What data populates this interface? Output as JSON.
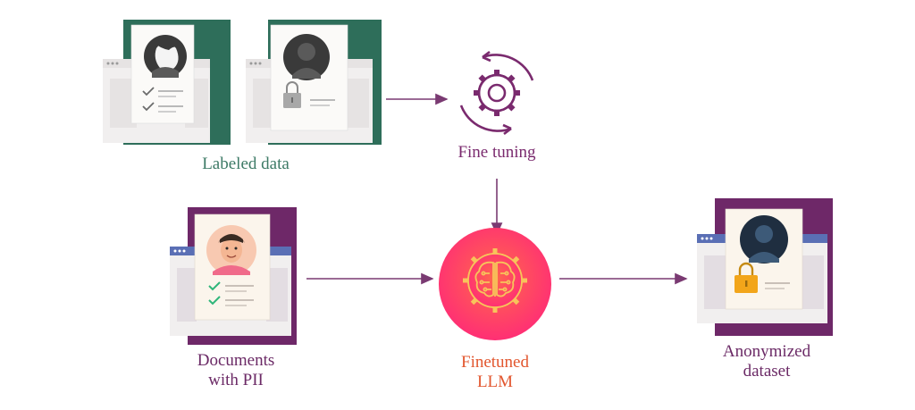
{
  "nodes": {
    "labeled": {
      "label": "Labeled data"
    },
    "fine_tuning": {
      "label": "Fine tuning"
    },
    "documents": {
      "label_line1": "Documents",
      "label_line2": "with PII"
    },
    "llm": {
      "label_line1": "Finetuned",
      "label_line2": "LLM"
    },
    "anonymized": {
      "label_line1": "Anonymized",
      "label_line2": "dataset"
    }
  },
  "colors": {
    "teal": "#2e6e5a",
    "purple": "#6e2868",
    "plum": "#7a2a6e",
    "arrow": "#7a3a72",
    "llm_inner": "#ff5a4f",
    "llm_outer": "#ff2a78",
    "lock_gold": "#f2a51a",
    "check_green": "#2fb67a",
    "card": "#fbf7f3",
    "window": "#f1efef"
  },
  "icons": {
    "fine_tuning": "gear-cycle-icon",
    "llm": "brain-gear-icon",
    "lock": "padlock-icon",
    "check": "checkmark-icon",
    "avatar": "person-avatar-icon"
  }
}
